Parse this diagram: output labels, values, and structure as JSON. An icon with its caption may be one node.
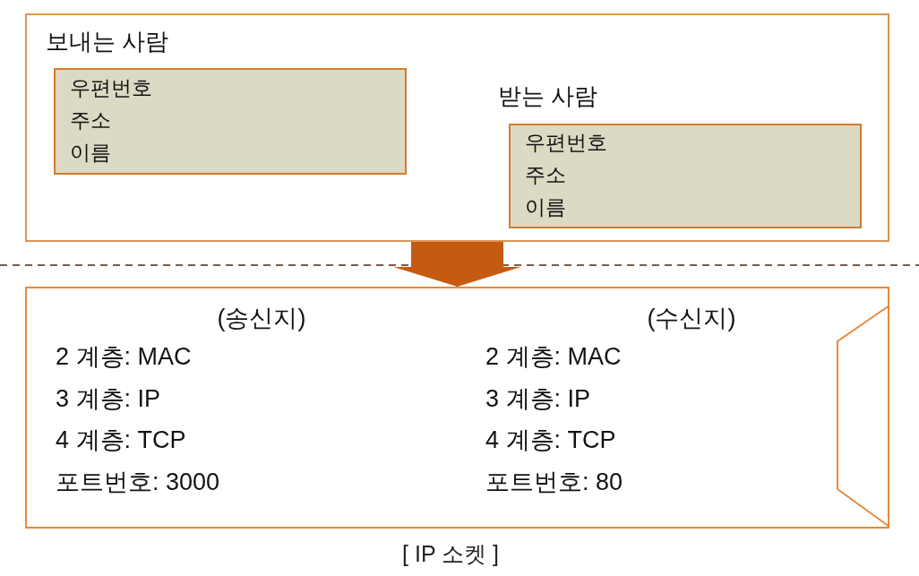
{
  "diagram": {
    "caption": "[ IP 소켓 ]",
    "nodes": [
      {
        "text": [],
        "shape": "box"
      },
      {
        "text": [
          "보내는 사람",
          "우편번호",
          "주소",
          "이름"
        ],
        "in": 0
      },
      {
        "text": [
          "받는 사람",
          "우편번호",
          "주소",
          "이름"
        ],
        "in": 0
      },
      {
        "text": [
          "(송신지)",
          "2 계층: MAC",
          "3 계층: IP",
          "4 계층: TCP",
          "포트번호: 3000",
          "(수신지)",
          "2 계층: MAC",
          "3 계층: IP",
          "4 계층: TCP",
          "포트번호: 80"
        ]
      }
    ],
    "edges": [
      {
        "from": 0,
        "to": 3,
        "arrow": "to"
      }
    ]
  }
}
